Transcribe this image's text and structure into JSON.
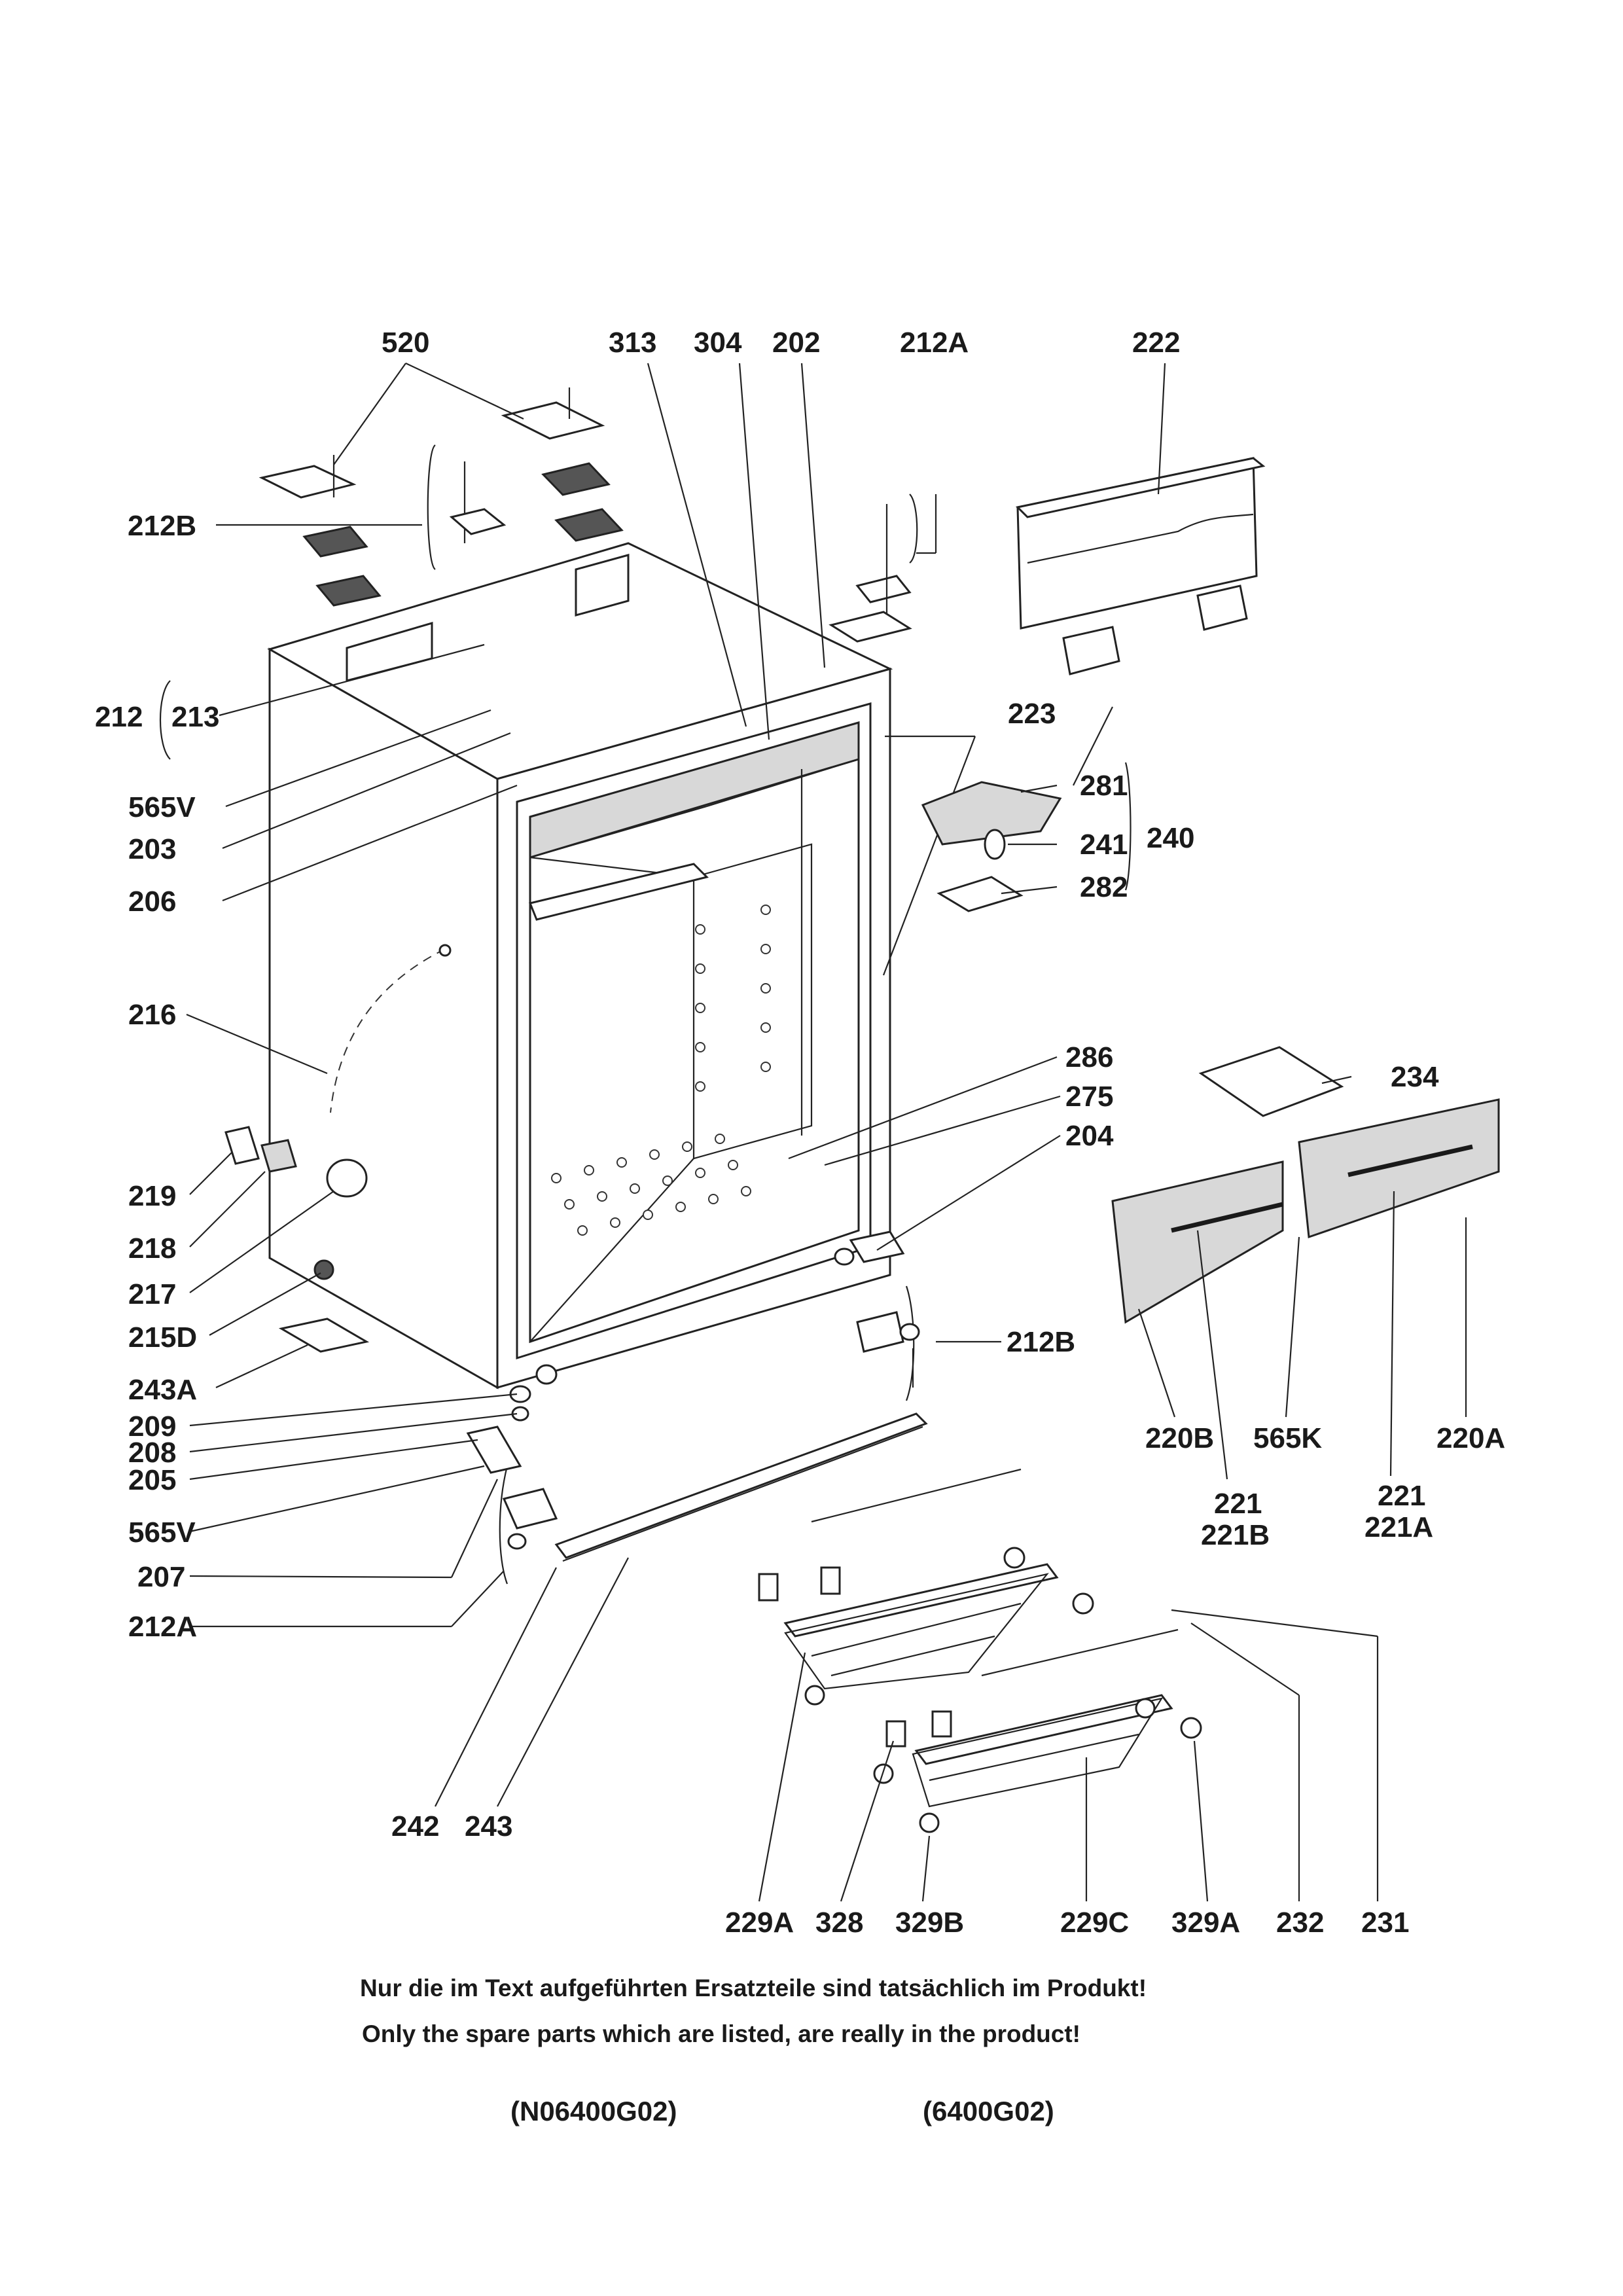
{
  "labels": {
    "l520": "520",
    "l313": "313",
    "l304": "304",
    "l202": "202",
    "l212A_top": "212A",
    "l222": "222",
    "l212B_top": "212B",
    "l212": "212",
    "l213": "213",
    "l565V_top": "565V",
    "l203": "203",
    "l206": "206",
    "l223": "223",
    "l281": "281",
    "l241": "241",
    "l240": "240",
    "l282": "282",
    "l216": "216",
    "l286": "286",
    "l275": "275",
    "l204": "204",
    "l234": "234",
    "l219": "219",
    "l218": "218",
    "l217": "217",
    "l215D": "215D",
    "l243A": "243A",
    "l212B_bot": "212B",
    "l209": "209",
    "l208": "208",
    "l205": "205",
    "l565V_bot": "565V",
    "l207": "207",
    "l212A_bot": "212A",
    "l220B": "220B",
    "l565K": "565K",
    "l220A": "220A",
    "l221_b": "221",
    "l221B": "221B",
    "l221_a": "221",
    "l221A": "221A",
    "l242": "242",
    "l243": "243",
    "l229A": "229A",
    "l328": "328",
    "l329B": "329B",
    "l229C": "229C",
    "l329A": "329A",
    "l232": "232",
    "l231": "231"
  },
  "notes": {
    "german": "Nur die im Text aufgeführten Ersatzteile sind tatsächlich im Produkt!",
    "english": "Only the spare parts which are listed, are really in the product!"
  },
  "codes": {
    "left": "(N06400G02)",
    "right": "(6400G02)"
  }
}
